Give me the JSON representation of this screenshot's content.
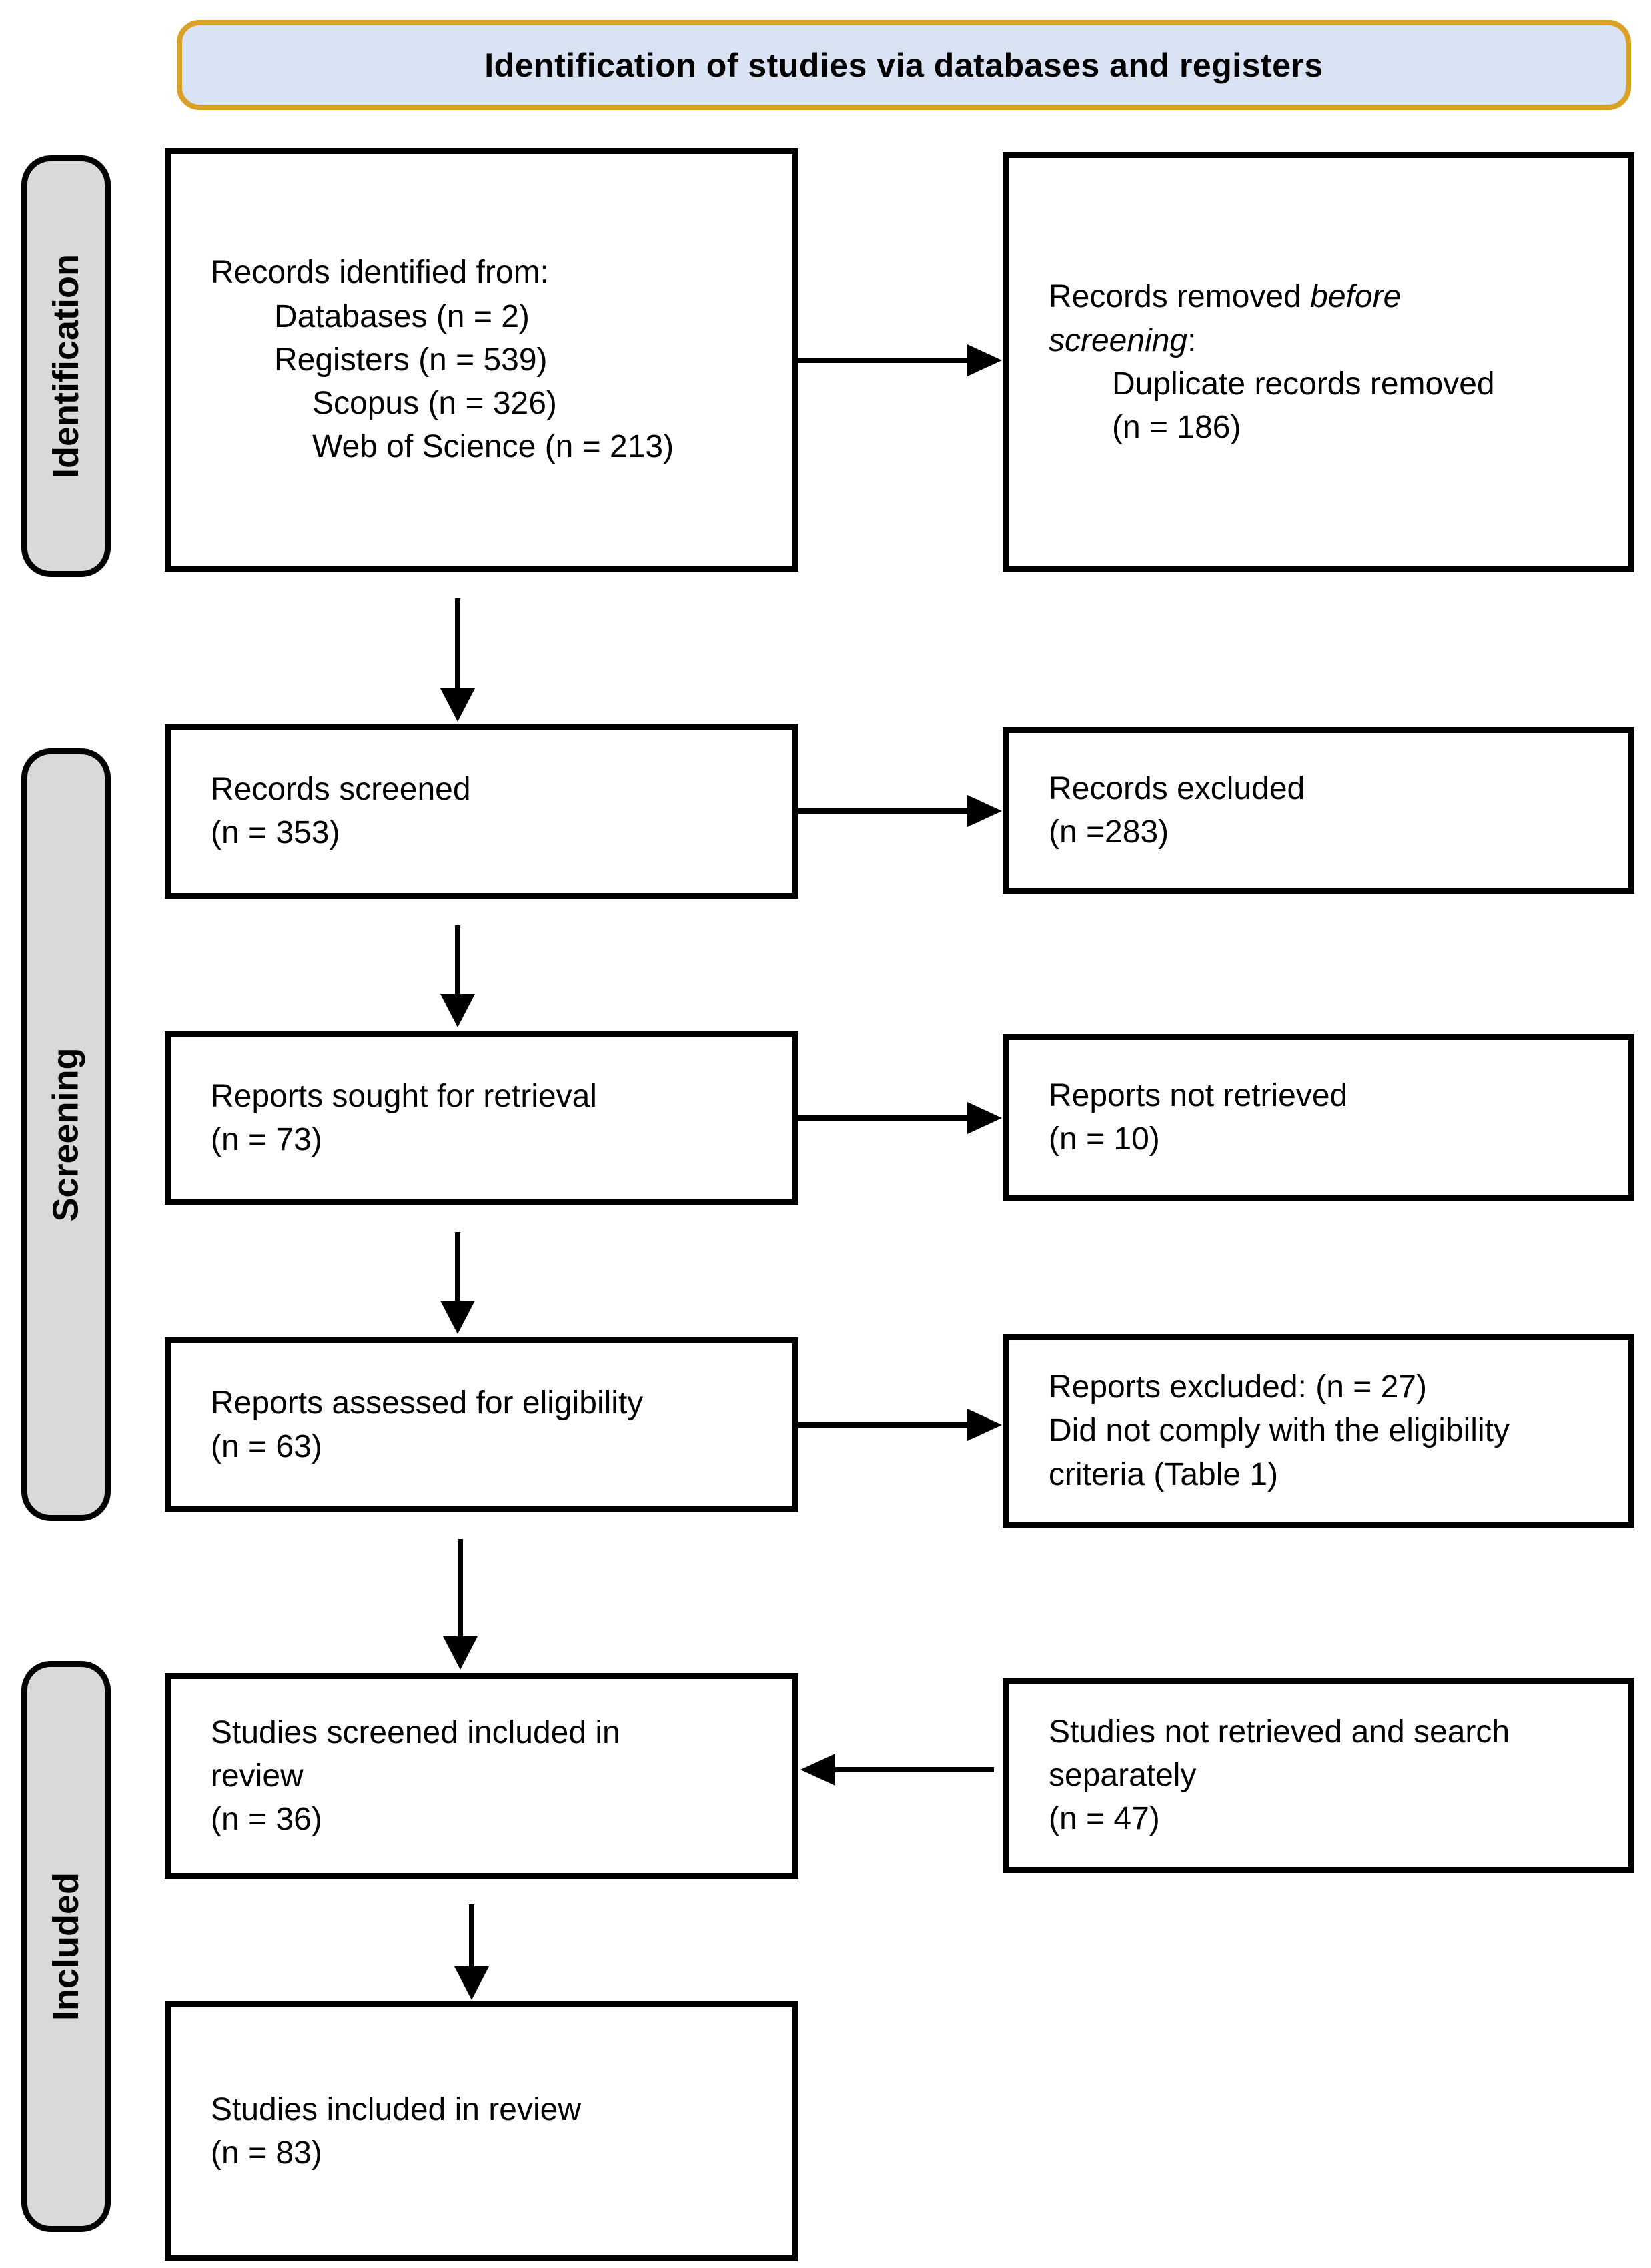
{
  "diagram": {
    "title": "Identification of studies via databases and registers",
    "stages": [
      {
        "id": "identification",
        "label": "Identification"
      },
      {
        "id": "screening",
        "label": "Screening"
      },
      {
        "id": "included",
        "label": "Included"
      }
    ],
    "boxes": [
      {
        "id": "records-identified",
        "lines": [
          {
            "text": "Records identified from:",
            "indent": 0
          },
          {
            "text": "Databases (n = 2)",
            "indent": 1
          },
          {
            "text": "Registers (n = 539)",
            "indent": 1
          },
          {
            "text": "Scopus (n = 326)",
            "indent": 2
          },
          {
            "text": "Web of Science (n = 213)",
            "indent": 2
          }
        ]
      },
      {
        "id": "records-removed",
        "lines": [
          {
            "segments": [
              {
                "t": "Records removed "
              },
              {
                "t": "before",
                "i": true
              }
            ],
            "indent": 0
          },
          {
            "segments": [
              {
                "t": "screening",
                "i": true
              },
              {
                "t": ":"
              }
            ],
            "indent": 0
          },
          {
            "text": "Duplicate records removed",
            "indent": 1
          },
          {
            "text": "(n = 186)",
            "indent": 1
          }
        ]
      },
      {
        "id": "records-screened",
        "lines": [
          {
            "text": "Records screened",
            "indent": 0
          },
          {
            "text": "(n = 353)",
            "indent": 0
          }
        ]
      },
      {
        "id": "records-excluded",
        "lines": [
          {
            "text": "Records excluded",
            "indent": 0
          },
          {
            "text": "(n =283)",
            "indent": 0
          }
        ]
      },
      {
        "id": "reports-sought",
        "lines": [
          {
            "text": "Reports sought for retrieval",
            "indent": 0
          },
          {
            "text": "(n = 73)",
            "indent": 0
          }
        ]
      },
      {
        "id": "reports-not-retrieved",
        "lines": [
          {
            "text": "Reports not retrieved",
            "indent": 0
          },
          {
            "text": "(n = 10)",
            "indent": 0
          }
        ]
      },
      {
        "id": "reports-assessed",
        "lines": [
          {
            "text": "Reports assessed for eligibility",
            "indent": 0
          },
          {
            "text": "(n = 63)",
            "indent": 0
          }
        ]
      },
      {
        "id": "reports-excluded",
        "lines": [
          {
            "text": "Reports excluded: (n = 27)",
            "indent": 0
          },
          {
            "text": "Did not comply with the eligibility",
            "indent": 0
          },
          {
            "text": "criteria (Table 1)",
            "indent": 0
          }
        ]
      },
      {
        "id": "studies-screened-included",
        "lines": [
          {
            "text": "Studies screened included in",
            "indent": 0
          },
          {
            "text": "review",
            "indent": 0
          },
          {
            "text": "(n = 36)",
            "indent": 0
          }
        ]
      },
      {
        "id": "studies-not-retrieved",
        "lines": [
          {
            "text": "Studies not retrieved and search",
            "indent": 0
          },
          {
            "text": "separately",
            "indent": 0
          },
          {
            "text": "(n = 47)",
            "indent": 0
          }
        ]
      },
      {
        "id": "studies-included",
        "lines": [
          {
            "text": "Studies included in review",
            "indent": 0
          },
          {
            "text": "(n = 83)",
            "indent": 0
          }
        ]
      }
    ],
    "colors": {
      "title_fill": "#dae3f3",
      "title_border": "#d9a126",
      "stage_fill": "#d9d9d9",
      "box_border": "#000000",
      "arrow": "#000000"
    }
  }
}
